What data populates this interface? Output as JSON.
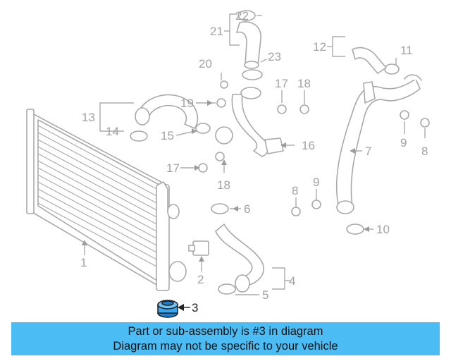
{
  "diagram": {
    "callouts": [
      {
        "id": "c1",
        "label": "1"
      },
      {
        "id": "c2",
        "label": "2"
      },
      {
        "id": "c3",
        "label": "3",
        "highlight": true
      },
      {
        "id": "c4",
        "label": "4"
      },
      {
        "id": "c5",
        "label": "5"
      },
      {
        "id": "c6",
        "label": "6"
      },
      {
        "id": "c7",
        "label": "7"
      },
      {
        "id": "c8a",
        "label": "8"
      },
      {
        "id": "c8b",
        "label": "8"
      },
      {
        "id": "c9a",
        "label": "9"
      },
      {
        "id": "c9b",
        "label": "9"
      },
      {
        "id": "c10",
        "label": "10"
      },
      {
        "id": "c11",
        "label": "11"
      },
      {
        "id": "c12",
        "label": "12"
      },
      {
        "id": "c13",
        "label": "13"
      },
      {
        "id": "c14",
        "label": "14"
      },
      {
        "id": "c15",
        "label": "15"
      },
      {
        "id": "c16",
        "label": "16"
      },
      {
        "id": "c17a",
        "label": "17"
      },
      {
        "id": "c17b",
        "label": "17"
      },
      {
        "id": "c18a",
        "label": "18"
      },
      {
        "id": "c18b",
        "label": "18"
      },
      {
        "id": "c19",
        "label": "19"
      },
      {
        "id": "c20",
        "label": "20"
      },
      {
        "id": "c21",
        "label": "21"
      },
      {
        "id": "c22",
        "label": "22"
      },
      {
        "id": "c23",
        "label": "23"
      }
    ],
    "highlight_color": "#1a7fd0"
  },
  "footer": {
    "line1": "Part or sub-assembly is #3 in diagram",
    "line2": "Diagram may not be specific to your vehicle",
    "background": "#4cbcf4"
  }
}
